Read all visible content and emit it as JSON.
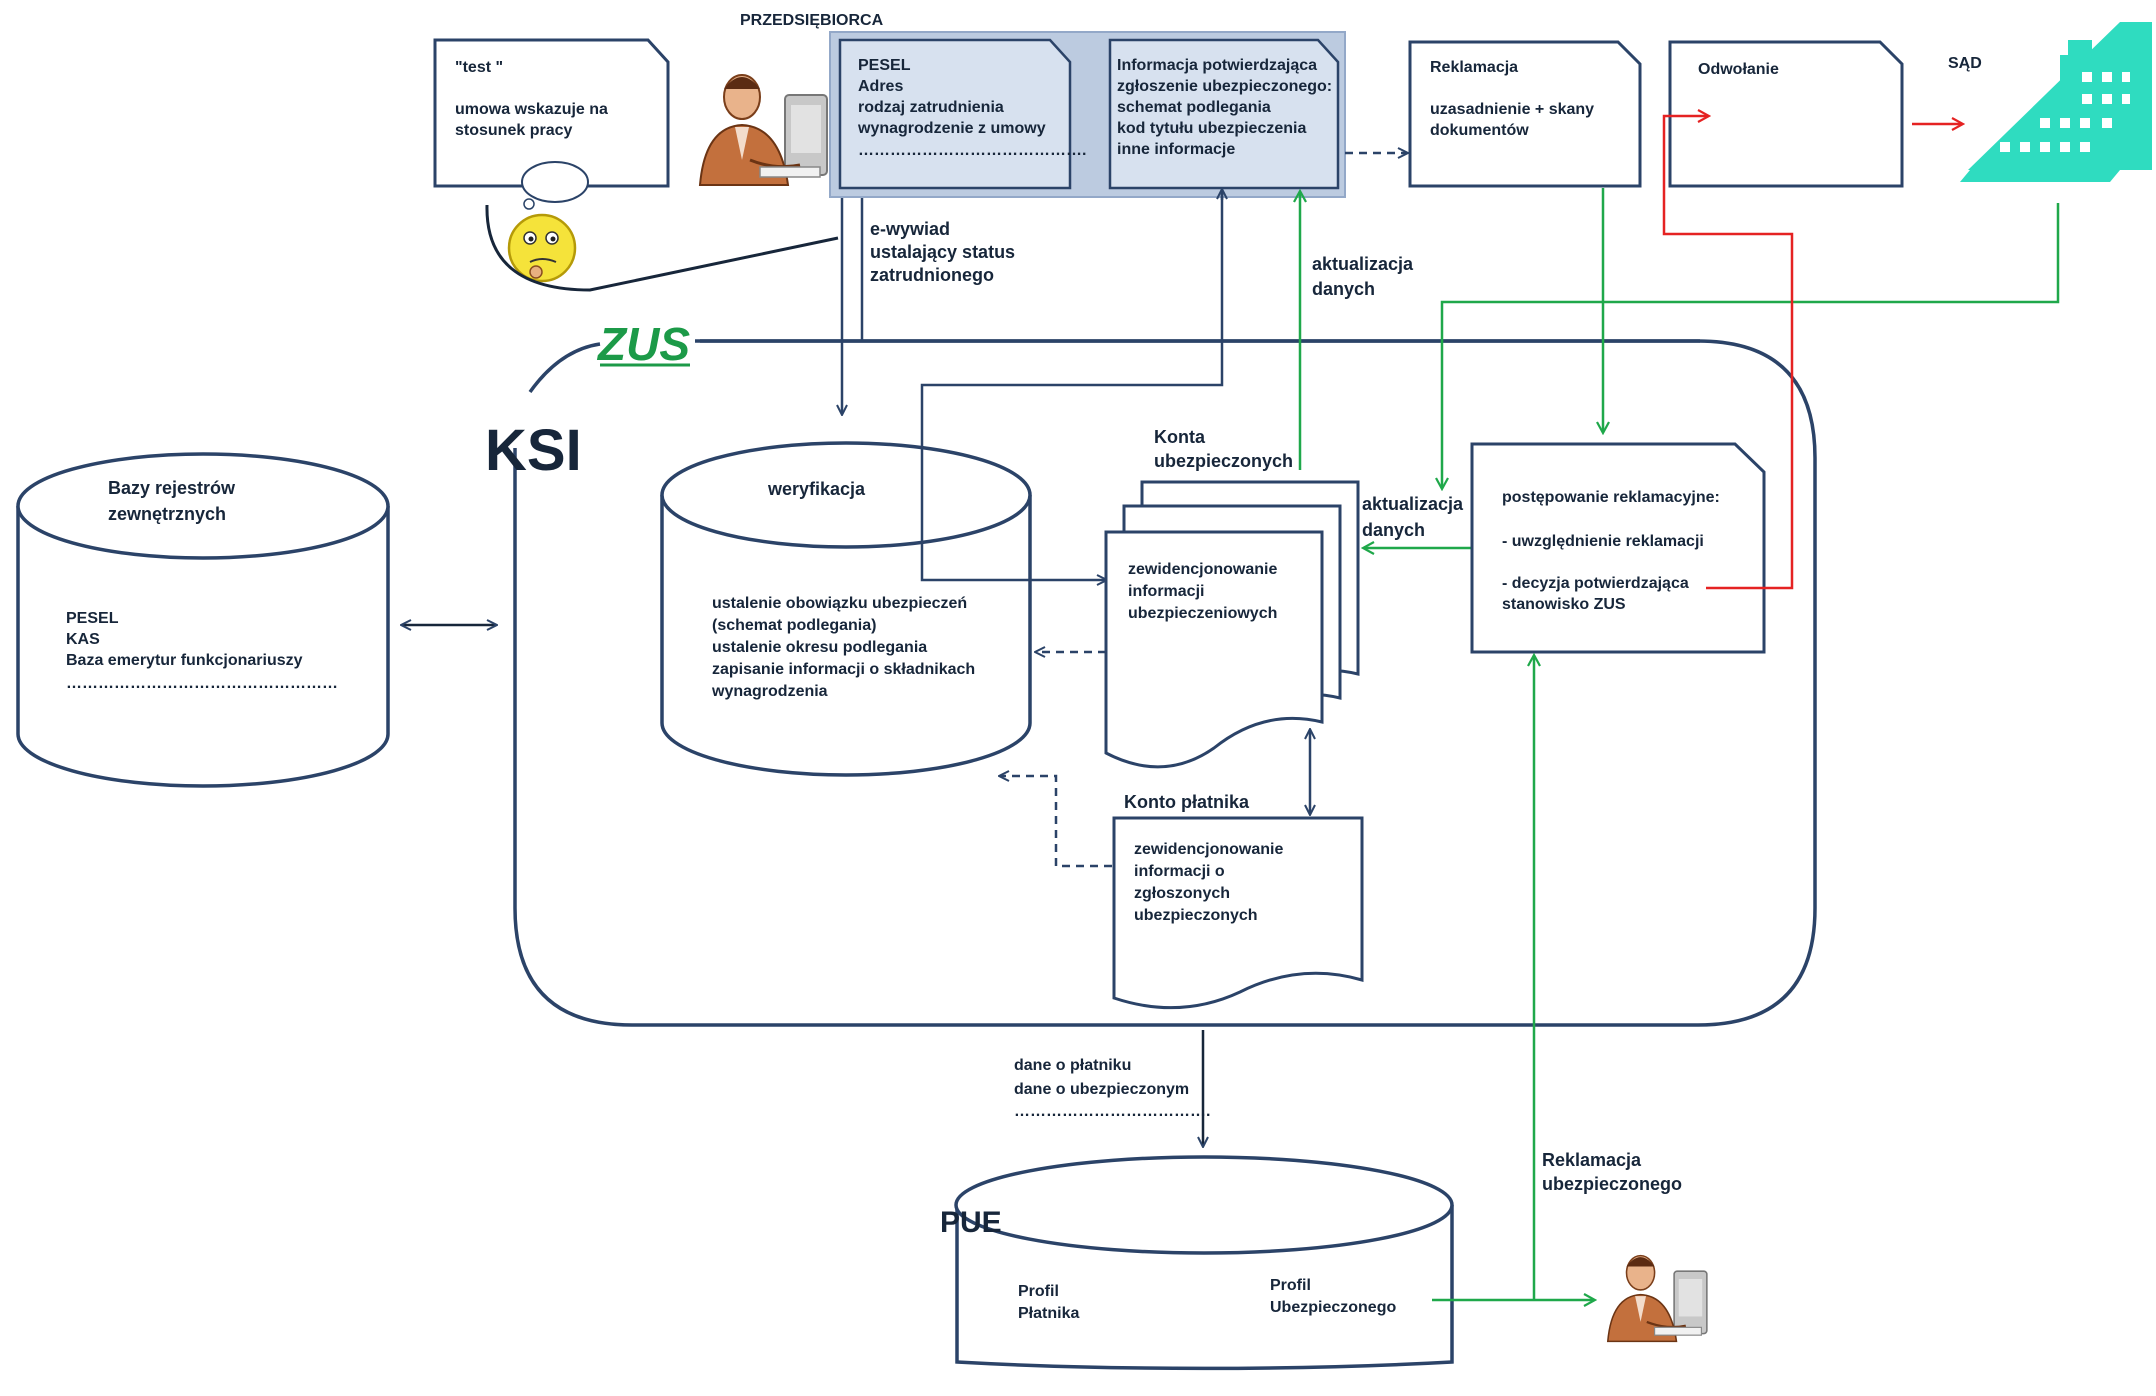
{
  "entrepreneur": {
    "title": "PRZEDSIĘBIORCA",
    "doc1_lines": [
      "PESEL",
      "Adres",
      "rodzaj zatrudnienia",
      "wynagrodzenie z umowy",
      "……………………………………."
    ],
    "doc2_lines": [
      "Informacja potwierdzająca",
      "zgłoszenie ubezpieczonego:",
      "schemat podlegania",
      "kod tytułu ubezpieczenia",
      "inne informacje"
    ]
  },
  "test_note": {
    "lines": [
      "\"test \"",
      "",
      "umowa wskazuje na",
      "stosunek pracy"
    ]
  },
  "e_wywiad": {
    "lines": [
      "e-wywiad",
      "ustalający status",
      "zatrudnionego"
    ]
  },
  "reklamacja": {
    "lines": [
      "Reklamacja",
      "",
      "uzasadnienie + skany",
      "dokumentów"
    ]
  },
  "odwolanie": {
    "label": "Odwołanie"
  },
  "sad": {
    "label": "SĄD"
  },
  "zus_logo": "ZUS",
  "ksi_label": "KSI",
  "bazy": {
    "title_lines": [
      "Bazy rejestrów",
      "zewnętrznych"
    ],
    "lines": [
      "PESEL",
      "KAS",
      "Baza emerytur funkcjonariuszy",
      "……………………………………………"
    ]
  },
  "weryfikacja": {
    "title": "weryfikacja",
    "lines": [
      "ustalenie obowiązku ubezpieczeń",
      "(schemat podlegania)",
      "ustalenie okresu podlegania",
      "zapisanie informacji o składnikach",
      "wynagrodzenia"
    ]
  },
  "konta_ubezpieczonych": {
    "title_lines": [
      "Konta",
      "ubezpieczonych"
    ],
    "lines": [
      "zewidencjonowanie",
      "informacji",
      "ubezpieczeniowych"
    ]
  },
  "aktualizacja_top": {
    "lines": [
      "aktualizacja",
      "danych"
    ]
  },
  "aktualizacja_mid": {
    "lines": [
      "aktualizacja",
      "danych"
    ]
  },
  "postepowanie": {
    "lines": [
      "postępowanie reklamacyjne:",
      "",
      "- uwzględnienie reklamacji",
      "",
      "- decyzja potwierdzająca",
      "  stanowisko ZUS"
    ]
  },
  "konto_platnika": {
    "title": "Konto płatnika",
    "lines": [
      "zewidencjonowanie",
      "informacji o",
      "zgłoszonych",
      "ubezpieczonych"
    ]
  },
  "dane_flow": {
    "lines": [
      "dane o płatniku",
      "dane o ubezpieczonym",
      "………………………………."
    ]
  },
  "pue": {
    "title": "PUE",
    "profil_platnika": [
      "Profil",
      "Płatnika"
    ],
    "profil_ubezpieczonego": [
      "Profil",
      "Ubezpieczonego"
    ]
  },
  "reklamacja_ubezpieczonego": {
    "lines": [
      "Reklamacja",
      "ubezpieczonego"
    ]
  },
  "colors": {
    "navy": "#2b4368",
    "text": "#17263a",
    "green": "#1fa84a",
    "red": "#e52222",
    "teal": "#2fdcc0",
    "doc_fill": "#d7e1ef",
    "group_fill": "#bccbe0"
  }
}
